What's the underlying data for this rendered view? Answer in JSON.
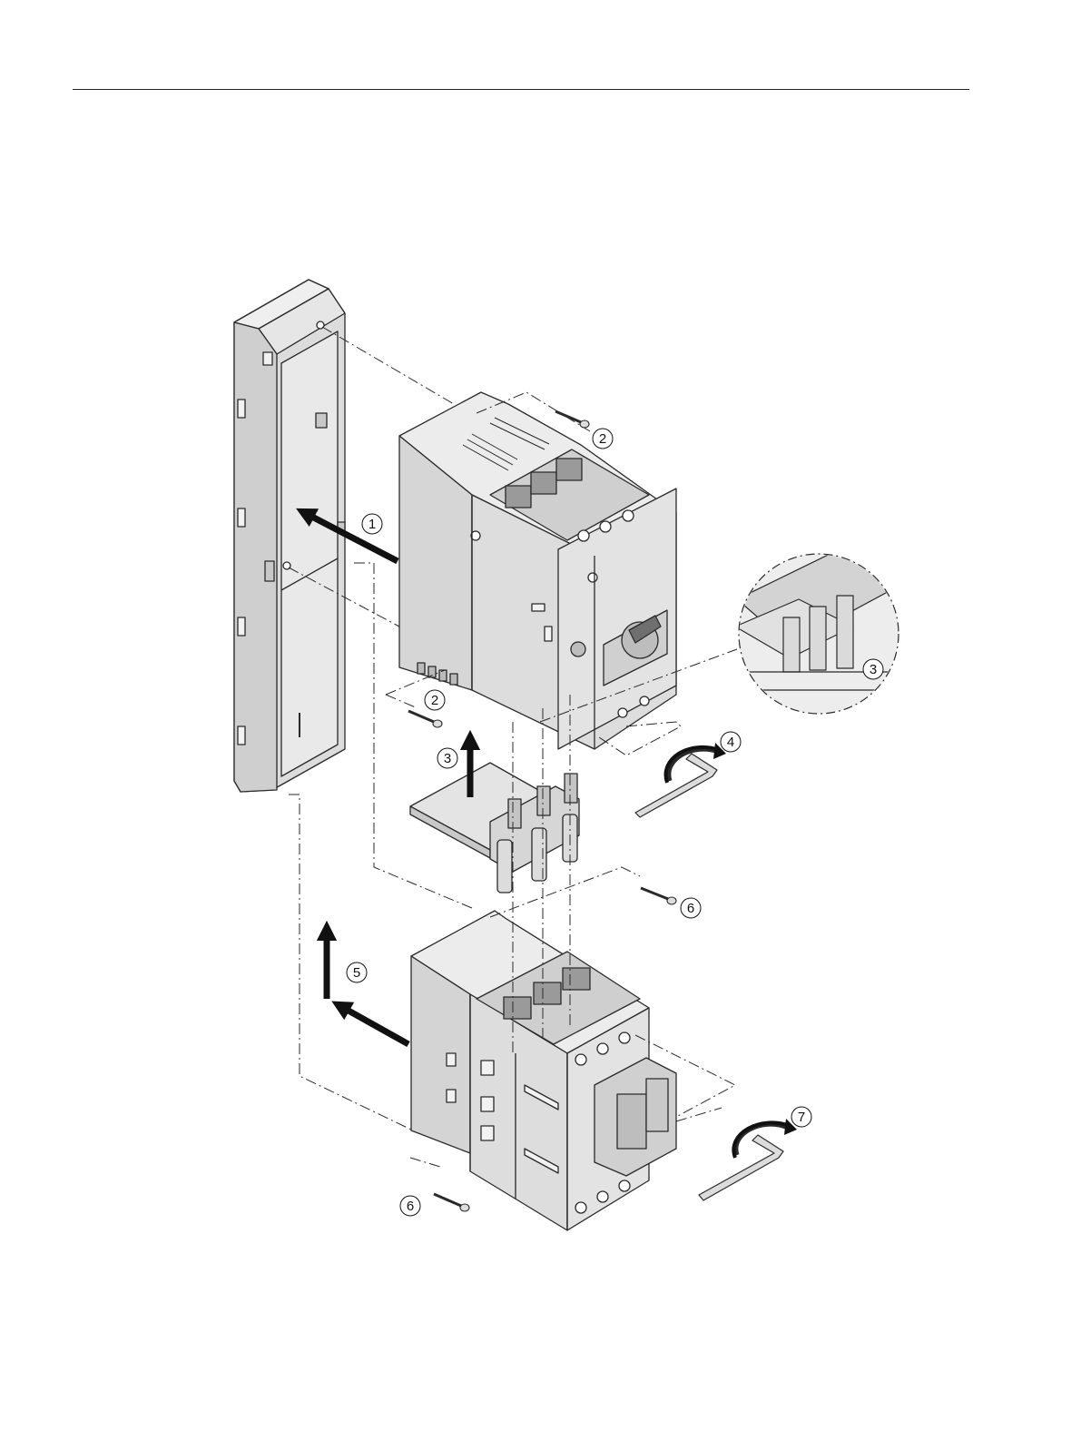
{
  "colors": {
    "body_light": "#e6e6e6",
    "body_mid": "#d2d2d2",
    "body_dark": "#b4b4b4",
    "outline": "#2a2a2a",
    "arrow": "#111111",
    "page_background": "#ffffff"
  },
  "callouts": [
    {
      "label": "1",
      "meaning": "slide-onto-rail"
    },
    {
      "label": "2",
      "meaning": "screw"
    },
    {
      "label": "2",
      "meaning": "screw"
    },
    {
      "label": "3",
      "meaning": "link-module"
    },
    {
      "label": "3",
      "meaning": "link-module-detail"
    },
    {
      "label": "4",
      "meaning": "tighten-hex-key"
    },
    {
      "label": "5",
      "meaning": "slide-up-and-on"
    },
    {
      "label": "6",
      "meaning": "screw"
    },
    {
      "label": "6",
      "meaning": "screw"
    },
    {
      "label": "7",
      "meaning": "tighten-hex-key"
    }
  ]
}
